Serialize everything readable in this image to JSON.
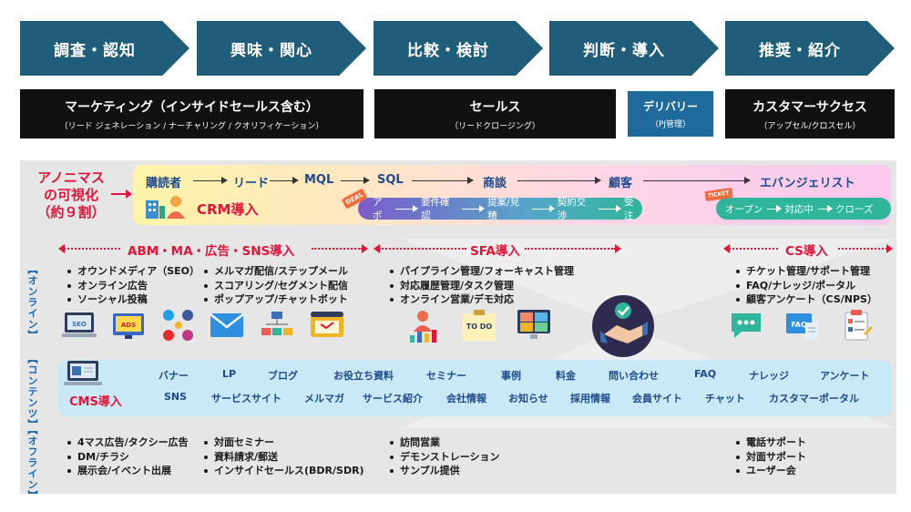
{
  "stages": [
    {
      "label": "調査・認知"
    },
    {
      "label": "興味・関心"
    },
    {
      "label": "比較・検討"
    },
    {
      "label": "判断・導入"
    },
    {
      "label": "推奨・紹介"
    }
  ],
  "categories": {
    "marketing": {
      "title": "マーケティング（インサイドセールス含む）",
      "sub": "（リード ジェネレーション / ナーチャリング / クオリフィケーション）"
    },
    "sales": {
      "title": "セールス",
      "sub": "（リードクロージング）"
    },
    "delivery": {
      "title": "デリバリー",
      "sub": "（PJ管理）"
    },
    "success": {
      "title": "カスタマーサクセス",
      "sub": "（アップセル/クロスセル）"
    }
  },
  "anonymous": {
    "line1": "アノニマス",
    "line2": "の可視化",
    "line3": "（約９割）"
  },
  "pipeline": [
    "購読者",
    "リード",
    "MQL",
    "SQL",
    "商談",
    "顧客",
    "エバンジェリスト"
  ],
  "crm_label": "CRM導入",
  "deal_flow": [
    "アポ",
    "要件確認",
    "提案/見積",
    "契約交渉",
    "受注"
  ],
  "support_flow": [
    "オープン",
    "対応中",
    "クローズ"
  ],
  "tags": {
    "deal": "DEAL",
    "ticket": "TICKET"
  },
  "sections": {
    "abm": "ABM・MA・広告・SNS導入",
    "sfa": "SFA導入",
    "cs": "CS導入"
  },
  "side_labels": {
    "online": "【オンライン】",
    "content": "【コンテンツ】",
    "offline": "【オフライン】"
  },
  "online": {
    "col1": [
      "オウンドメディア（SEO）",
      "オンライン広告",
      "ソーシャル投稿"
    ],
    "col2": [
      "メルマガ配信/ステップメール",
      "スコアリング/セグメント配信",
      "ポップアップ/チャットボット"
    ],
    "col3": [
      "パイプライン管理/フォーキャスト管理",
      "対応履歴管理/タスク管理",
      "オンライン営業/デモ対応"
    ],
    "col4": [
      "チケット管理/サポート管理",
      "FAQ/ナレッジ/ポータル",
      "顧客アンケート（CS/NPS）"
    ]
  },
  "icons": {
    "seo": "SEO",
    "ads": "ADS",
    "todo": "TO DO",
    "faq": "FAQ"
  },
  "content": {
    "cms_label": "CMS導入",
    "row1": [
      "バナー",
      "LP",
      "ブログ",
      "お役立ち資料",
      "セミナー",
      "事例",
      "料金",
      "問い合わせ",
      "FAQ",
      "ナレッジ",
      "アンケート"
    ],
    "row2": [
      "SNS",
      "サービスサイト",
      "メルマガ",
      "サービス紹介",
      "会社情報",
      "お知らせ",
      "採用情報",
      "会員サイト",
      "チャット",
      "カスタマーポータル"
    ]
  },
  "offline": {
    "col1": [
      "4マス広告/タクシー広告",
      "DM/チラシ",
      "展示会/イベント出展"
    ],
    "col2": [
      "対面セミナー",
      "資料請求/郵送",
      "インサイドセールス(BDR/SDR)"
    ],
    "col3": [
      "訪問営業",
      "デモンストレーション",
      "サンプル提供"
    ],
    "col4": [
      "電話サポート",
      "対面サポート",
      "ユーザー会"
    ]
  },
  "colors": {
    "stage": "#1f5d7a",
    "accent_red": "#e0163a",
    "flow_green": "#2fb69a",
    "flow_purple": "#7b5cc9",
    "content_blue": "#c9e9f6"
  }
}
